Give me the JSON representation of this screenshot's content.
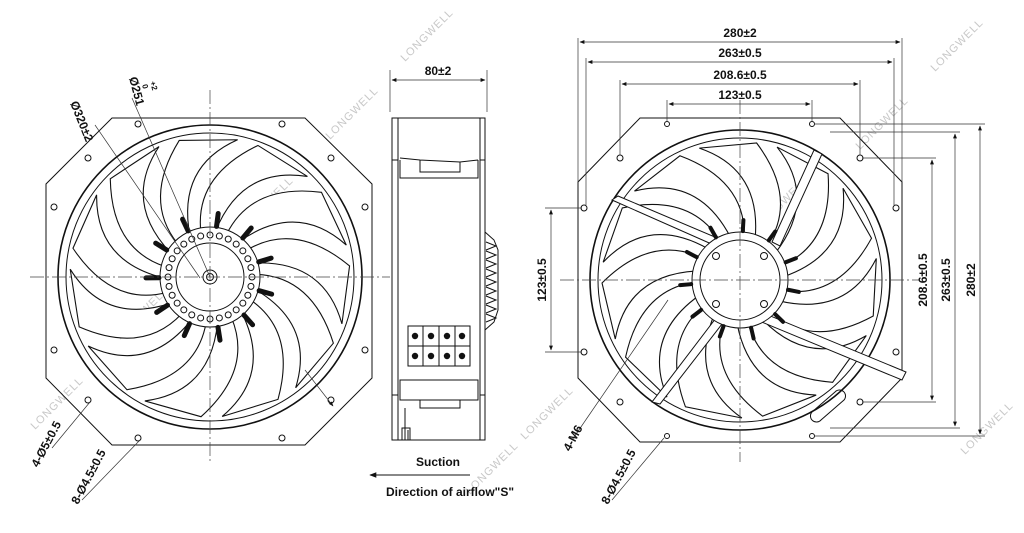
{
  "watermark": "LONGWELL",
  "front_view": {
    "dia_outer": "Ø320±2",
    "dia_hub": "Ø251",
    "dia_hub_tol_upper": "+2",
    "dia_hub_tol_lower": "0",
    "holes_small": "4-Ø5±0.5",
    "holes_mount": "8-Ø4.5±0.5"
  },
  "side_view": {
    "depth": "80±2",
    "suction": "Suction",
    "airflow": "Direction of airflow\"S\""
  },
  "rear_view": {
    "width_overall": "280±2",
    "width_263": "263±0.5",
    "width_208": "208.6±0.5",
    "width_123": "123±0.5",
    "height_123": "123±0.5",
    "height_208": "208.6±0.5",
    "height_263": "263±0.5",
    "height_overall": "280±2",
    "thread": "4-M6",
    "holes_mount": "8-Ø4.5±0.5"
  }
}
